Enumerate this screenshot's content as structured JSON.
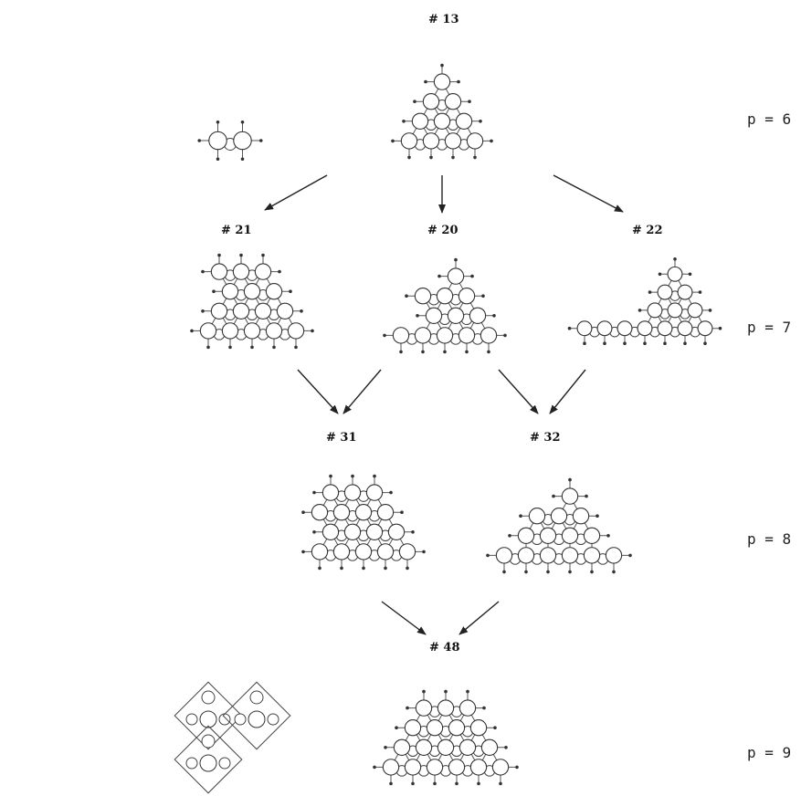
{
  "labels": {
    "n13": "# 13",
    "n21": "# 21",
    "n20": "# 20",
    "n22": "# 22",
    "n31": "# 31",
    "n32": "# 32",
    "n48": "# 48"
  },
  "levels": {
    "p6": "p = 6",
    "p7": "p = 7",
    "p8": "p = 8",
    "p9": "p = 9"
  },
  "edges": [
    {
      "from": "13",
      "to": "21"
    },
    {
      "from": "13",
      "to": "20"
    },
    {
      "from": "13",
      "to": "22"
    },
    {
      "from": "21",
      "to": "31"
    },
    {
      "from": "20",
      "to": "31"
    },
    {
      "from": "20",
      "to": "32"
    },
    {
      "from": "22",
      "to": "32"
    },
    {
      "from": "31",
      "to": "48"
    },
    {
      "from": "32",
      "to": "48"
    }
  ]
}
